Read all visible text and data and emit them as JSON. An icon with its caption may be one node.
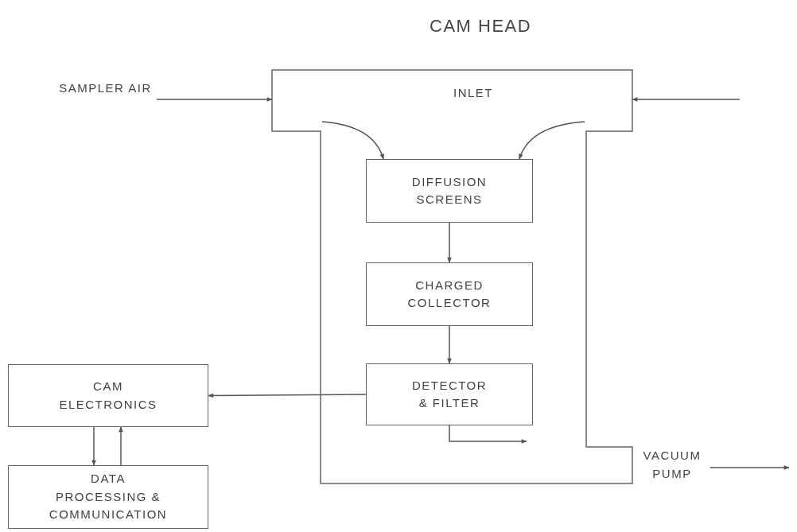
{
  "diagram": {
    "nodes": [
      {
        "text": [
          "CAM HEAD",
          "INLET"
        ]
      },
      {
        "text": [
          "SAMPLER AIR"
        ]
      },
      {
        "text": [
          "DIFFUSION SCREENS"
        ],
        "in": 0
      },
      {
        "text": [
          "CHARGED COLLECTOR"
        ],
        "in": 0
      },
      {
        "text": [
          "DETECTOR & FILTER"
        ],
        "in": 0
      },
      {
        "text": [
          "CAM ELECTRONICS"
        ]
      },
      {
        "text": [
          "DATA PROCESSING & COMMUNICATION"
        ]
      },
      {
        "text": [
          "VACUUM PUMP"
        ]
      }
    ],
    "edges": [
      {
        "from": 1,
        "to": 0,
        "arrow": "to"
      },
      {
        "from": null,
        "to": 0,
        "arrow": "to"
      },
      {
        "from": 0,
        "to": 2,
        "arrow": "to"
      },
      {
        "from": 0,
        "to": 2,
        "arrow": "to"
      },
      {
        "from": 2,
        "to": 3,
        "arrow": "to"
      },
      {
        "from": 3,
        "to": 4,
        "arrow": "to"
      },
      {
        "from": 4,
        "to": 5,
        "arrow": "to"
      },
      {
        "from": 5,
        "to": 6,
        "arrow": "to"
      },
      {
        "from": 6,
        "to": 5,
        "arrow": "to"
      },
      {
        "from": 4,
        "to": null,
        "arrow": "to"
      },
      {
        "from": 7,
        "to": null,
        "arrow": "to"
      }
    ]
  }
}
